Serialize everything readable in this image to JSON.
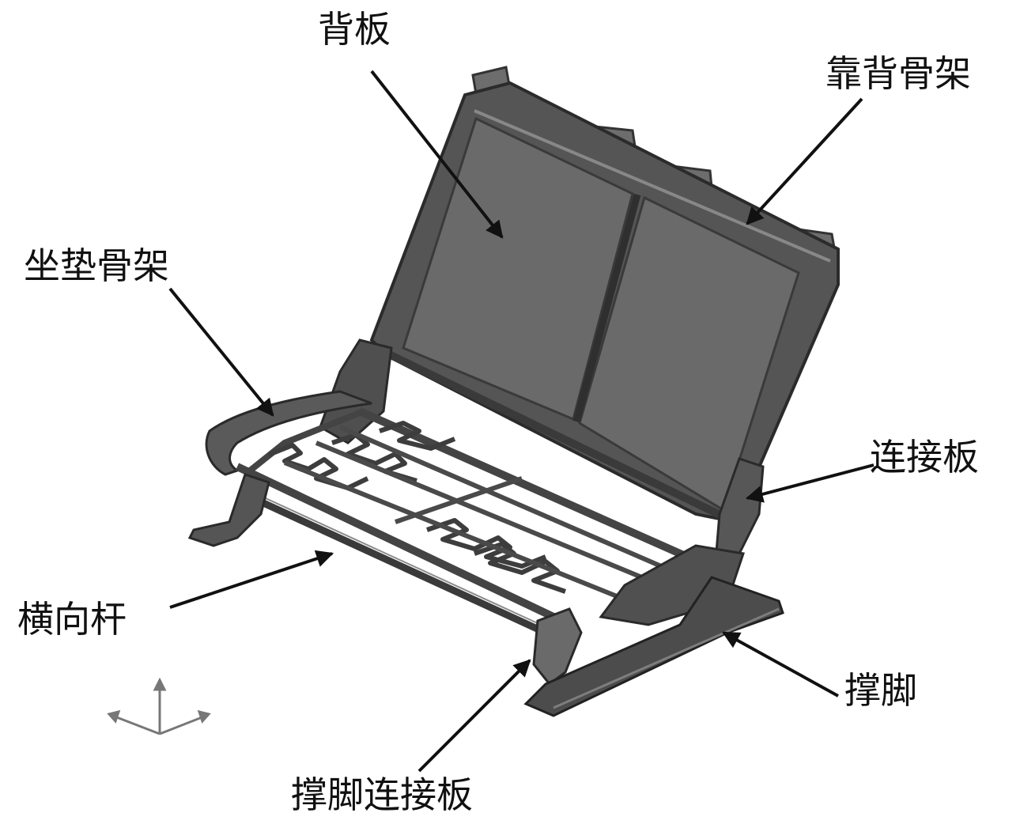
{
  "labels": {
    "back_panel": "背板",
    "backrest_frame": "靠背骨架",
    "cushion_frame": "坐垫骨架",
    "connecting_plate": "连接板",
    "cross_bar": "横向杆",
    "support_leg": "撑脚",
    "leg_connecting_plate": "撑脚连接板"
  },
  "colors": {
    "panel": "#5e5e5e",
    "frame": "#4a4a4a",
    "frame_light": "#7a7a7a",
    "arrow": "#111111"
  }
}
